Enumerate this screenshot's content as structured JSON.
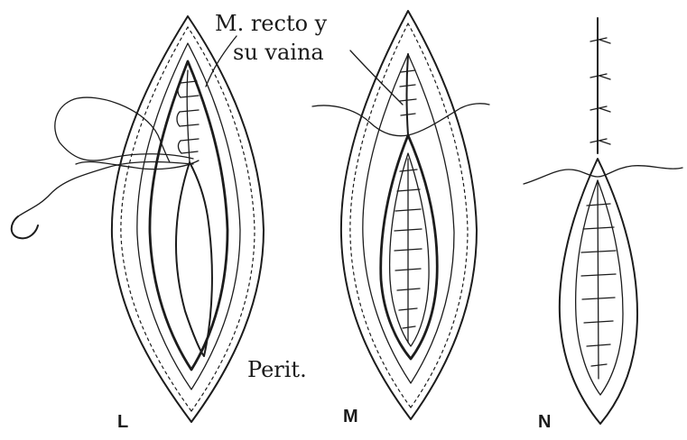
{
  "labels": {
    "rectus": "M. recto y",
    "sheath": "su vaina",
    "perit": "Perit.",
    "panel_l": "L",
    "panel_m": "M",
    "panel_n": "N"
  },
  "colors": {
    "ink": "#1c1c1c",
    "paper": "#ffffff"
  }
}
